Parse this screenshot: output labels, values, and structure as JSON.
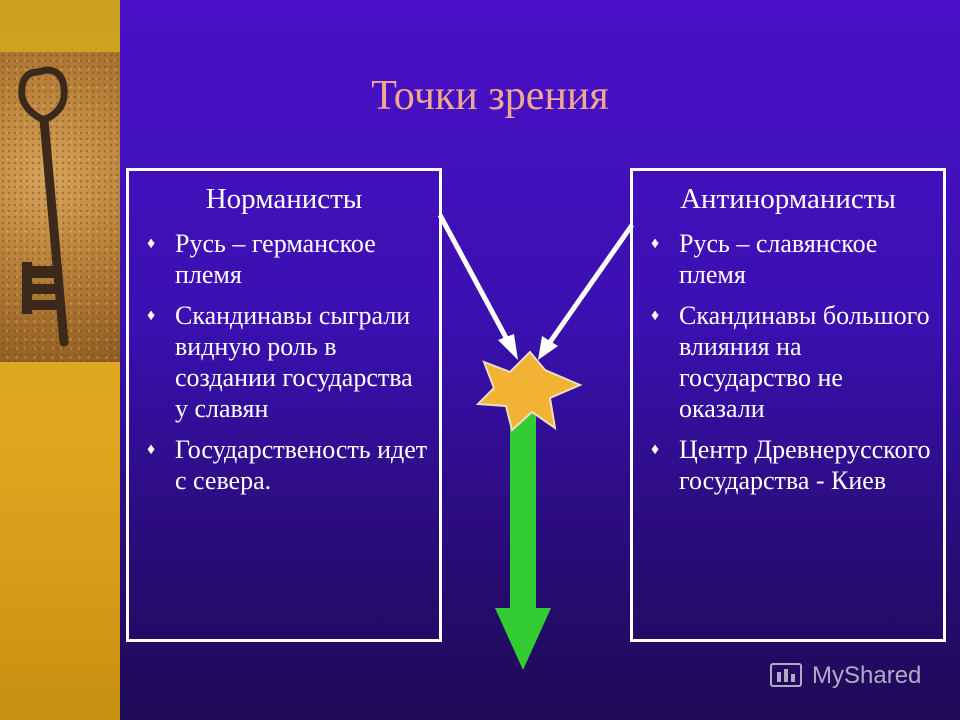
{
  "slide": {
    "title": "Точки зрения",
    "left_panel": {
      "heading": "Норманисты",
      "items": [
        "Русь – германское племя",
        "Скандинавы сыграли видную роль в создании государства у славян",
        "Государственость идет с севера."
      ]
    },
    "right_panel": {
      "heading": "Антинорманисты",
      "items": [
        "Русь – славянское племя",
        "Скандинавы большого влияния на государство не оказали",
        "Центр Древнерусского государства - Киев"
      ]
    },
    "watermark": "MyShared"
  },
  "colors": {
    "background": "#3a10b0",
    "title": "#f0a890",
    "panel_text": "#ffffff",
    "arrow_green": "#33cc33",
    "burst": "#f2b233",
    "side_strip": "#d8aa18"
  },
  "icons": {
    "bullet": "diamond-bullet-icon",
    "key_image": "old-key-image",
    "watermark_logo": "myshared-logo-icon"
  }
}
